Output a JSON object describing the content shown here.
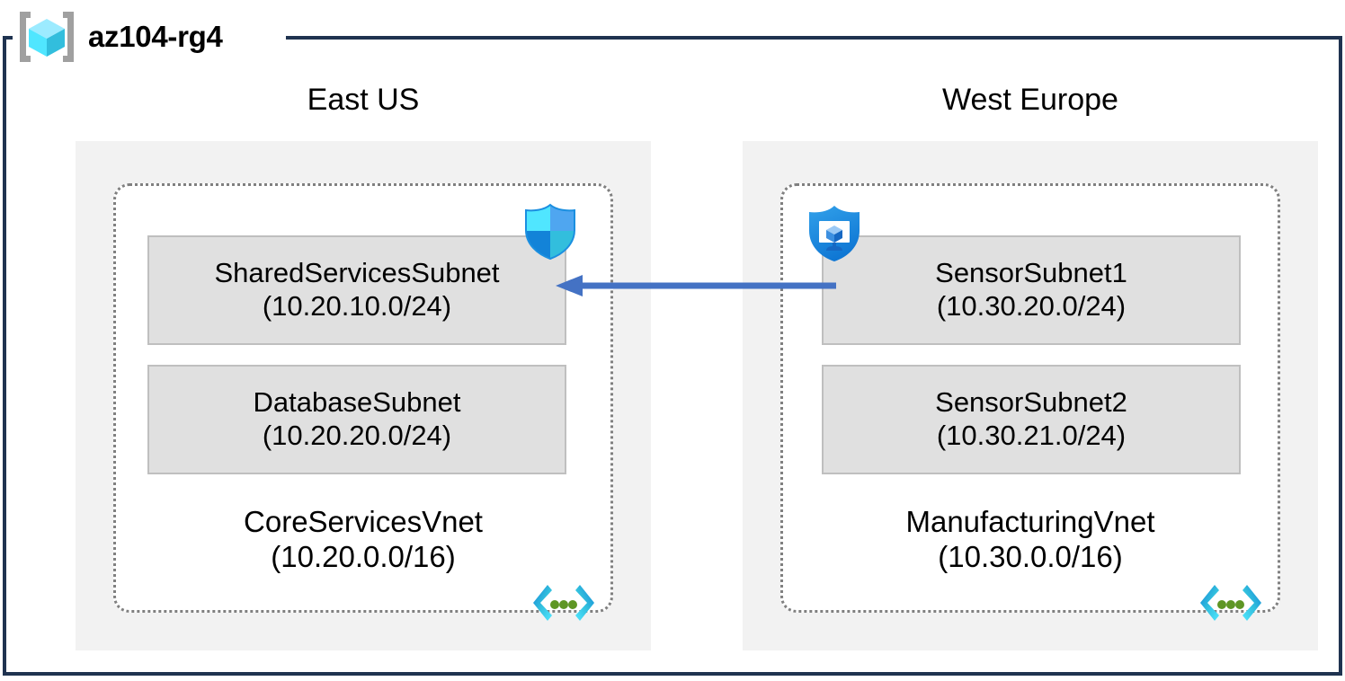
{
  "resource_group": {
    "name": "az104-rg4",
    "icon": "resource-group-cube-icon",
    "frame_color": "#1F3350"
  },
  "palette": {
    "region_fill": "#F2F2F2",
    "vnet_border": "#808080",
    "subnet_fill": "#E0E0E0",
    "subnet_border": "#BFBFBF",
    "arrow": "#4472C4",
    "azure_blue": "#0078D4",
    "azure_cyan": "#50E6FF",
    "green_dot": "#5E9624"
  },
  "regions": [
    {
      "label": "East US",
      "vnet": {
        "name": "CoreServicesVnet",
        "cidr": "(10.20.0.0/16)",
        "icon": "virtual-network-icon",
        "subnets": [
          {
            "name": "SharedServicesSubnet",
            "cidr": "(10.20.10.0/24)",
            "overlay_icon": "network-security-group-shield-icon"
          },
          {
            "name": "DatabaseSubnet",
            "cidr": "(10.20.20.0/24)",
            "overlay_icon": null
          }
        ]
      }
    },
    {
      "label": "West Europe",
      "vnet": {
        "name": "ManufacturingVnet",
        "cidr": "(10.30.0.0/16)",
        "icon": "virtual-network-icon",
        "subnets": [
          {
            "name": "SensorSubnet1",
            "cidr": "(10.30.20.0/24)",
            "overlay_icon": "defender-for-cloud-shield-monitor-icon"
          },
          {
            "name": "SensorSubnet2",
            "cidr": "(10.30.21.0/24)",
            "overlay_icon": null
          }
        ]
      }
    }
  ],
  "connection": {
    "icon": "left-arrow-icon",
    "direction": "right-to-left",
    "from": "SensorSubnet1",
    "to": "SharedServicesSubnet",
    "color": "#4472C4"
  }
}
